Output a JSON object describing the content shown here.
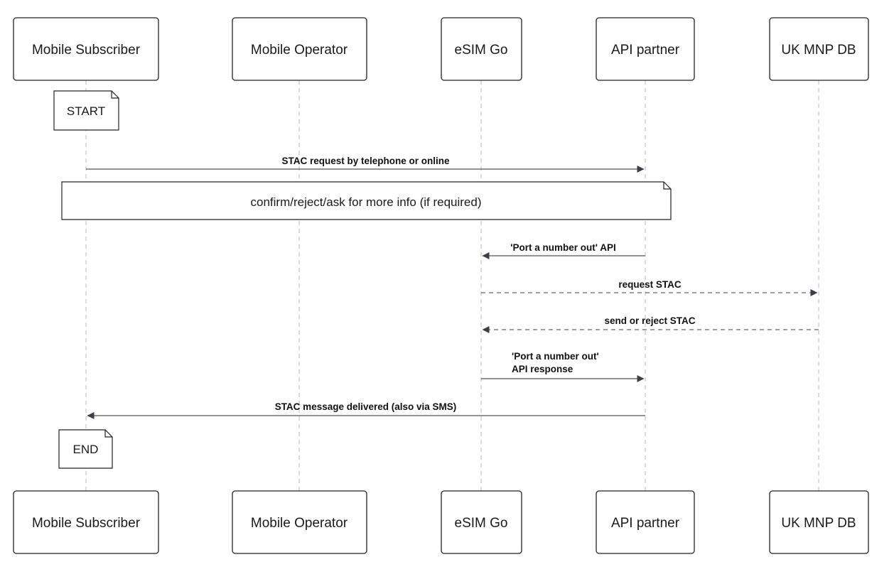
{
  "participants": [
    {
      "id": "subscriber",
      "label": "Mobile Subscriber"
    },
    {
      "id": "operator",
      "label": "Mobile Operator"
    },
    {
      "id": "esimgo",
      "label": "eSIM Go"
    },
    {
      "id": "partner",
      "label": "API partner"
    },
    {
      "id": "mnpdb",
      "label": "UK MNP DB"
    }
  ],
  "notes": [
    {
      "id": "start",
      "text": "START"
    },
    {
      "id": "confirm",
      "text": "confirm/reject/ask for more info (if required)"
    },
    {
      "id": "end",
      "text": "END"
    }
  ],
  "messages": [
    {
      "id": "stac-request",
      "from": "subscriber",
      "to": "partner",
      "dashed": false,
      "lines": [
        "STAC request by telephone or online"
      ]
    },
    {
      "id": "port-out-api",
      "from": "partner",
      "to": "esimgo",
      "dashed": false,
      "lines": [
        "'Port a number out' API"
      ]
    },
    {
      "id": "request-stac",
      "from": "esimgo",
      "to": "mnpdb",
      "dashed": true,
      "lines": [
        "request STAC"
      ]
    },
    {
      "id": "send-reject-stac",
      "from": "mnpdb",
      "to": "esimgo",
      "dashed": true,
      "lines": [
        "send or reject STAC"
      ]
    },
    {
      "id": "port-out-response",
      "from": "esimgo",
      "to": "partner",
      "dashed": false,
      "lines": [
        "'Port a number out'",
        "API response"
      ]
    },
    {
      "id": "stac-delivered",
      "from": "partner",
      "to": "subscriber",
      "dashed": false,
      "lines": [
        "STAC message delivered (also via SMS)"
      ]
    }
  ]
}
